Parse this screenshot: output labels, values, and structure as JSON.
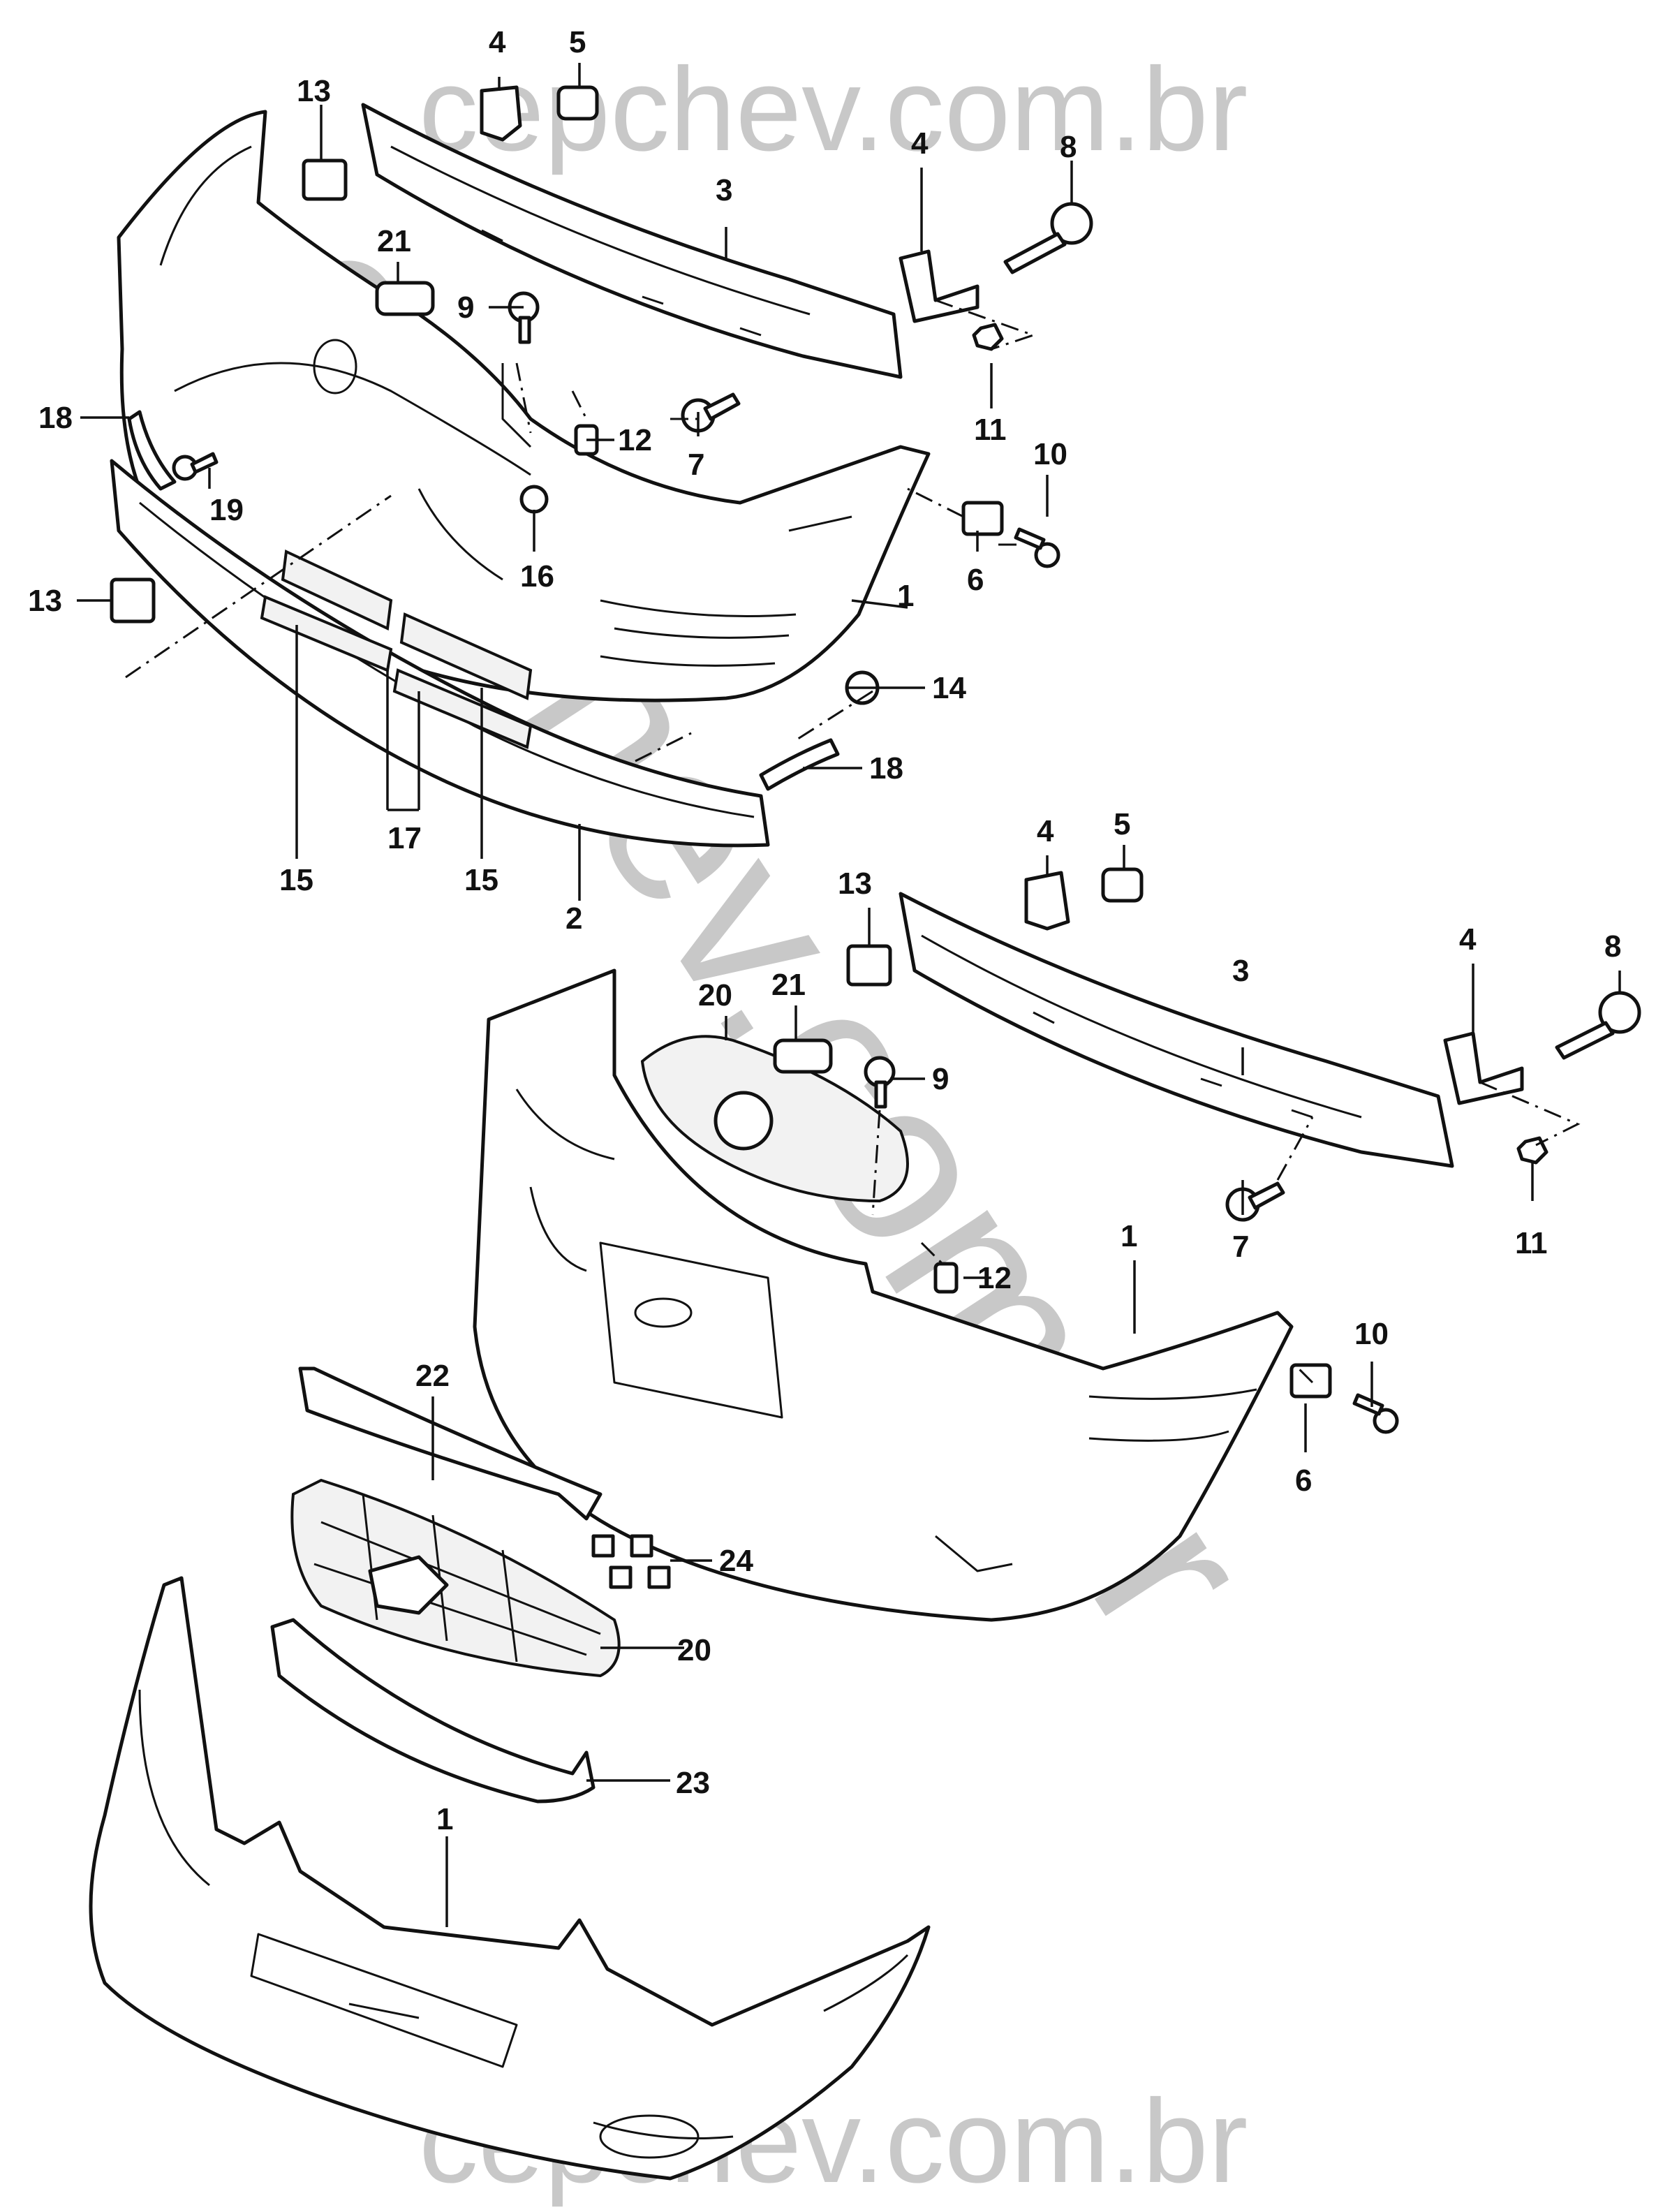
{
  "watermark": {
    "top": "cepchev.com.br",
    "diagonal": "cepchev.com.br",
    "bottom": "cepchev.com.br"
  },
  "callouts": {
    "a1": "1",
    "a2": "2",
    "a3": "3",
    "a4a": "4",
    "a4b": "4",
    "a5": "5",
    "a6": "6",
    "a7": "7",
    "a8": "8",
    "a9": "9",
    "a10": "10",
    "a11": "11",
    "a12": "12",
    "a13a": "13",
    "a13b": "13",
    "a14": "14",
    "a15a": "15",
    "a15b": "15",
    "a16": "16",
    "a17": "17",
    "a18a": "18",
    "a18b": "18",
    "a19": "19",
    "a21": "21",
    "b1": "1",
    "b3": "3",
    "b4a": "4",
    "b4b": "4",
    "b5": "5",
    "b6": "6",
    "b7": "7",
    "b8": "8",
    "b9": "9",
    "b10": "10",
    "b11": "11",
    "b12": "12",
    "b13": "13",
    "b20": "20",
    "b21": "21",
    "c1": "1",
    "c20": "20",
    "c22": "22",
    "c23": "23",
    "c24": "24"
  },
  "colors": {
    "line": "#111111",
    "watermark": "#c8c8c8",
    "background": "#ffffff"
  }
}
